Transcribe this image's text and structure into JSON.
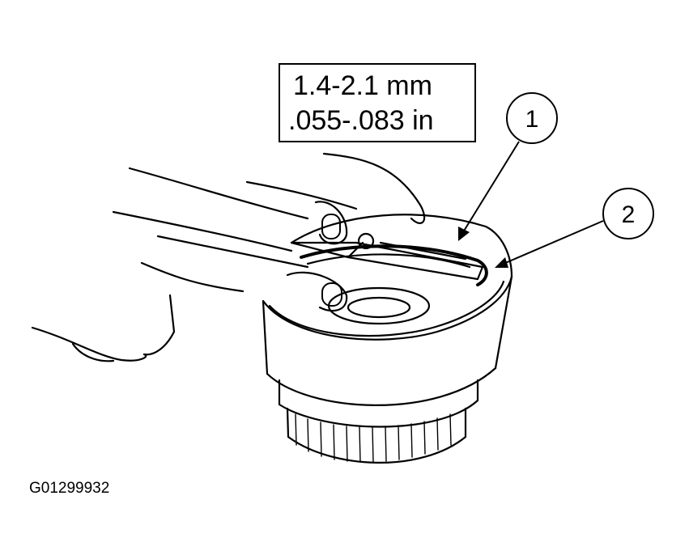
{
  "specification": {
    "line1": "1.4-2.1 mm",
    "line2": ".055-.083 in"
  },
  "callouts": [
    {
      "number": "1"
    },
    {
      "number": "2"
    }
  ],
  "figure_id": "G01299932"
}
